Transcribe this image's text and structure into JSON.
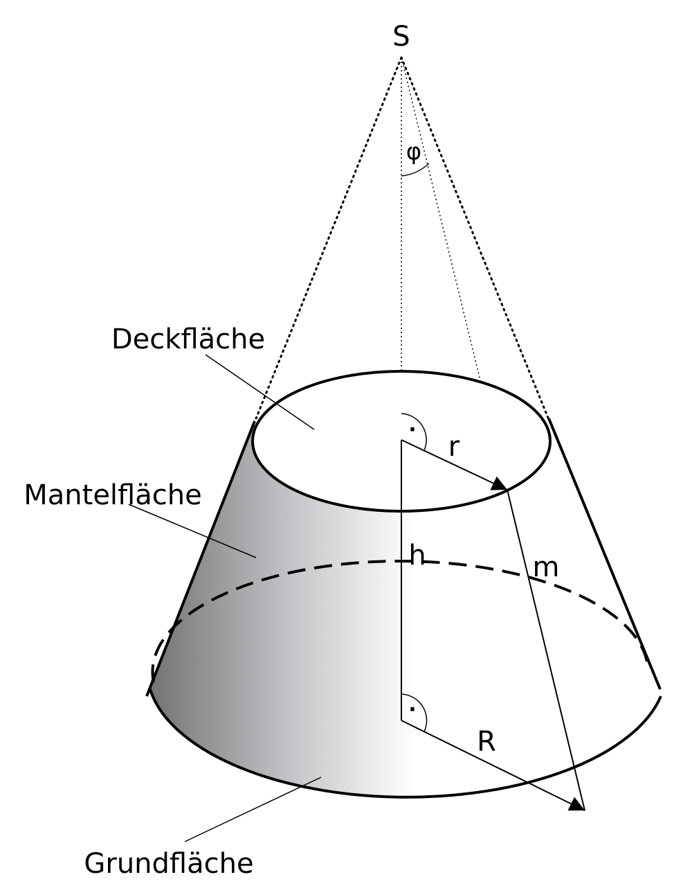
{
  "labels": {
    "apex": "S",
    "angle": "φ",
    "top_radius": "r",
    "height": "h",
    "slant_height": "m",
    "bottom_radius": "R",
    "top_area": "Deckfläche",
    "lateral_area": "Mantelfläche",
    "base_area": "Grundfläche",
    "right_angle_mark": "·"
  },
  "colors": {
    "stroke": "#000000",
    "background": "#ffffff",
    "shade_dark": "#6e6e70",
    "shade_mid": "#c4c5c8",
    "shade_light": "#ffffff"
  }
}
